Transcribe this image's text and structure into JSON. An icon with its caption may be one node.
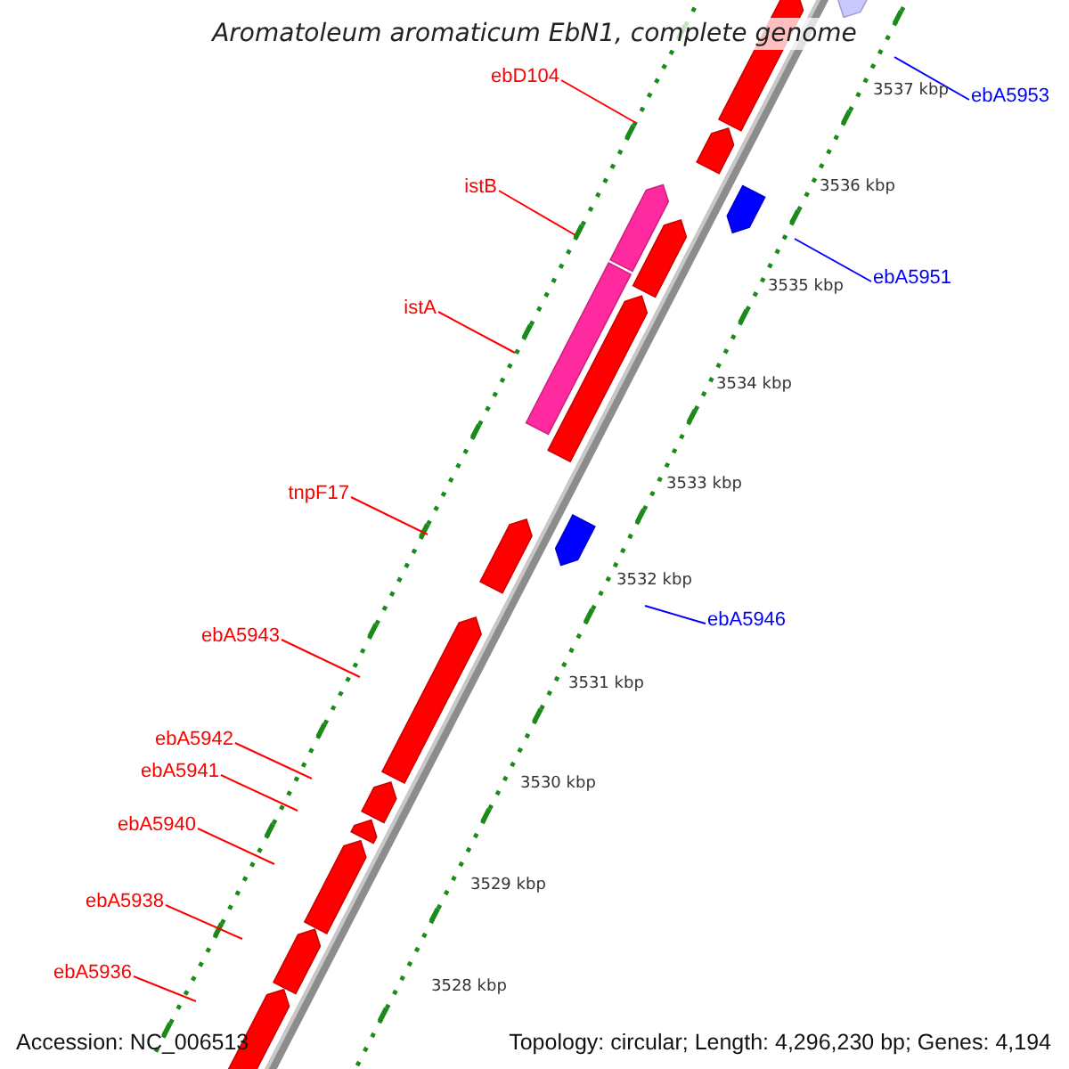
{
  "diagram": {
    "title": "Aromatoleum aromaticum EbN1, complete genome",
    "nodes": [
      {
        "text": [
          "ebD104"
        ]
      },
      {
        "text": [
          "ebA5953"
        ]
      },
      {
        "text": [
          "istB"
        ]
      },
      {
        "text": [
          "ebA5951"
        ]
      },
      {
        "text": [
          "istA"
        ]
      },
      {
        "text": [
          "tnpF17"
        ]
      },
      {
        "text": [
          "ebA5946"
        ]
      },
      {
        "text": [
          "ebA5943"
        ]
      },
      {
        "text": [
          "ebA5942"
        ]
      },
      {
        "text": [
          "ebA5941"
        ]
      },
      {
        "text": [
          "ebA5940"
        ]
      },
      {
        "text": [
          "ebA5938"
        ]
      },
      {
        "text": [
          "ebA5936"
        ]
      }
    ],
    "edges": [
      {
        "from": 0,
        "to": null,
        "arrow": "none"
      },
      {
        "from": 1,
        "to": null,
        "arrow": "none",
        "color": "#0000ff"
      },
      {
        "from": 2,
        "to": null,
        "arrow": "none"
      },
      {
        "from": 3,
        "to": null,
        "arrow": "none",
        "color": "#0000ff"
      },
      {
        "from": 4,
        "to": null,
        "arrow": "none"
      },
      {
        "from": 5,
        "to": null,
        "arrow": "none"
      },
      {
        "from": 6,
        "to": null,
        "arrow": "none",
        "color": "#0000ff"
      },
      {
        "from": 7,
        "to": null,
        "arrow": "none"
      },
      {
        "from": 8,
        "to": null,
        "arrow": "none"
      },
      {
        "from": 9,
        "to": null,
        "arrow": "none"
      },
      {
        "from": 10,
        "to": null,
        "arrow": "none"
      },
      {
        "from": 11,
        "to": null,
        "arrow": "none"
      },
      {
        "from": 12,
        "to": null,
        "arrow": "none"
      }
    ],
    "labels": [
      "3537 kbp",
      "3536 kbp",
      "3535 kbp",
      "3534 kbp",
      "3533 kbp",
      "3532 kbp",
      "3531 kbp",
      "3530 kbp",
      "3529 kbp",
      "3528 kbp",
      "Accession: NC_006513",
      "Topology: circular; Length: 4,296,230 bp; Genes: 4,194"
    ]
  }
}
